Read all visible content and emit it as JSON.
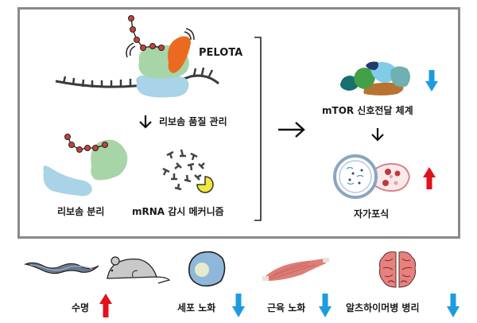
{
  "title": "PELOTA ribosome quality control and aging",
  "mechanism": {
    "protein_label": "PELOTA",
    "step_label": "리보솜 품질 관리",
    "outcomes": [
      {
        "label": "리보솜 분리"
      },
      {
        "label": "mRNA 감시 메커니즘"
      }
    ]
  },
  "effects": [
    {
      "label": "mTOR 신호전달 체계",
      "direction": "down",
      "arrow_color": "#1e9be0"
    },
    {
      "label": "자가포식",
      "direction": "up",
      "arrow_color": "#e0121b"
    }
  ],
  "phenotypes": [
    {
      "label": "수명",
      "direction": "up",
      "arrow_color": "#e0121b",
      "icon": "worm-mouse-icon"
    },
    {
      "label": "세포 노화",
      "direction": "down",
      "arrow_color": "#1e9be0",
      "icon": "cell-icon"
    },
    {
      "label": "근육 노화",
      "direction": "down",
      "arrow_color": "#1e9be0",
      "icon": "muscle-icon"
    },
    {
      "label": "알츠하이머병 병리",
      "direction": "down",
      "arrow_color": "#1e9be0",
      "icon": "brain-icon"
    }
  ],
  "colors": {
    "frame": "#8a8a8a",
    "up_arrow": "#e0121b",
    "down_arrow": "#1e9be0",
    "ribosome_large": "#a8d5a8",
    "ribosome_small": "#a9d3e6",
    "pelota": "#ea6b1f",
    "peptide": "#c6423a"
  }
}
